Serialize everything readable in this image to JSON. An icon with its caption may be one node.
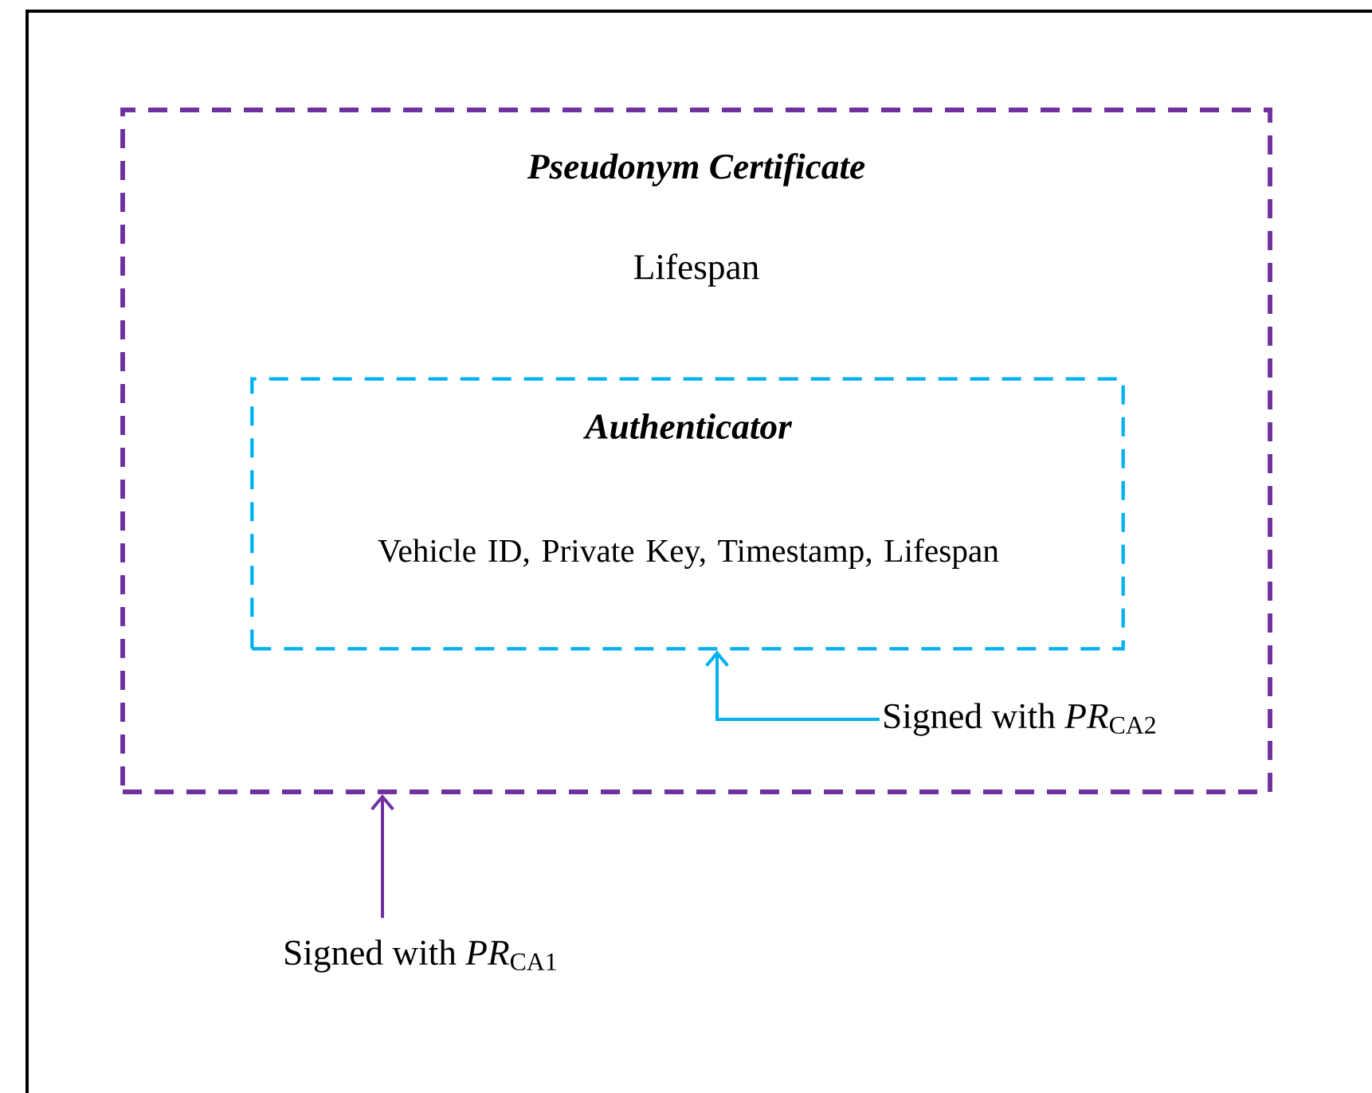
{
  "diagram": {
    "nodes": [
      {
        "text": [
          "Pseudonym Certificate",
          "Lifespan"
        ]
      },
      {
        "text": [
          "Authenticator",
          "Vehicle ID, Private Key, Timestamp, Lifespan"
        ],
        "in": 0
      },
      {
        "text": [
          "Signed with *PR*$_{CA2}$"
        ],
        "in": 0
      },
      {
        "text": [
          "Signed with *PR*$_{CA1}$"
        ]
      }
    ],
    "edges": [
      {
        "from": 2,
        "to": 1,
        "arrow": "to",
        "color": "#00b0f0"
      },
      {
        "from": 3,
        "to": 0,
        "arrow": "to",
        "color": "#7030a0"
      }
    ]
  }
}
